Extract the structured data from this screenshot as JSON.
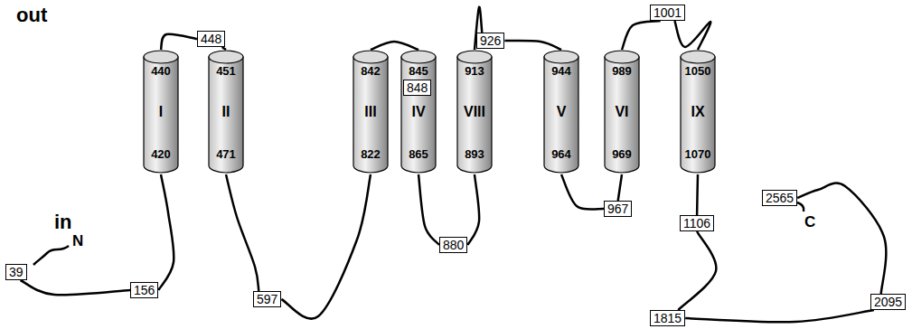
{
  "diagram": {
    "nodes": [
      {
        "text": [
          "39"
        ]
      },
      {
        "text": [
          "156"
        ]
      },
      {
        "text": [
          "440",
          "I",
          "420"
        ]
      },
      {
        "text": [
          "448"
        ]
      },
      {
        "text": [
          "451",
          "II",
          "471"
        ]
      },
      {
        "text": [
          "597"
        ]
      },
      {
        "text": [
          "842",
          "III",
          "822"
        ]
      },
      {
        "text": [
          "845",
          "IV",
          "865"
        ]
      },
      {
        "text": [
          "848"
        ],
        "in": 7
      },
      {
        "text": [
          "880"
        ]
      },
      {
        "text": [
          "913",
          "VIII",
          "893"
        ]
      },
      {
        "text": [
          "926"
        ]
      },
      {
        "text": [
          "944",
          "V",
          "964"
        ]
      },
      {
        "text": [
          "967"
        ]
      },
      {
        "text": [
          "989",
          "VI",
          "969"
        ]
      },
      {
        "text": [
          "1001"
        ]
      },
      {
        "text": [
          "1050",
          "IX",
          "1070"
        ]
      },
      {
        "text": [
          "1106"
        ]
      },
      {
        "text": [
          "1815"
        ]
      },
      {
        "text": [
          "2095"
        ]
      },
      {
        "text": [
          "2565"
        ]
      }
    ],
    "edges": [
      {
        "from": 0,
        "to": 1,
        "arrow": "none"
      },
      {
        "from": 1,
        "to": 2,
        "arrow": "none"
      },
      {
        "from": 2,
        "to": 3,
        "arrow": "none"
      },
      {
        "from": 3,
        "to": 4,
        "arrow": "none"
      },
      {
        "from": 4,
        "to": 5,
        "arrow": "none"
      },
      {
        "from": 5,
        "to": 6,
        "arrow": "none"
      },
      {
        "from": 6,
        "to": 7,
        "arrow": "none"
      },
      {
        "from": 7,
        "to": 9,
        "arrow": "none"
      },
      {
        "from": 9,
        "to": 10,
        "arrow": "none"
      },
      {
        "from": 10,
        "to": 11,
        "arrow": "none"
      },
      {
        "from": 11,
        "to": 12,
        "arrow": "none"
      },
      {
        "from": 12,
        "to": 13,
        "arrow": "none"
      },
      {
        "from": 13,
        "to": 14,
        "arrow": "none"
      },
      {
        "from": 14,
        "to": 15,
        "arrow": "none"
      },
      {
        "from": 15,
        "to": 16,
        "arrow": "none"
      },
      {
        "from": 16,
        "to": 17,
        "arrow": "none"
      },
      {
        "from": 17,
        "to": 18,
        "arrow": "none"
      },
      {
        "from": 18,
        "to": 19,
        "arrow": "none"
      },
      {
        "from": 19,
        "to": 20,
        "arrow": "none"
      }
    ],
    "labels": [
      "out",
      "in",
      "N",
      "C"
    ]
  }
}
